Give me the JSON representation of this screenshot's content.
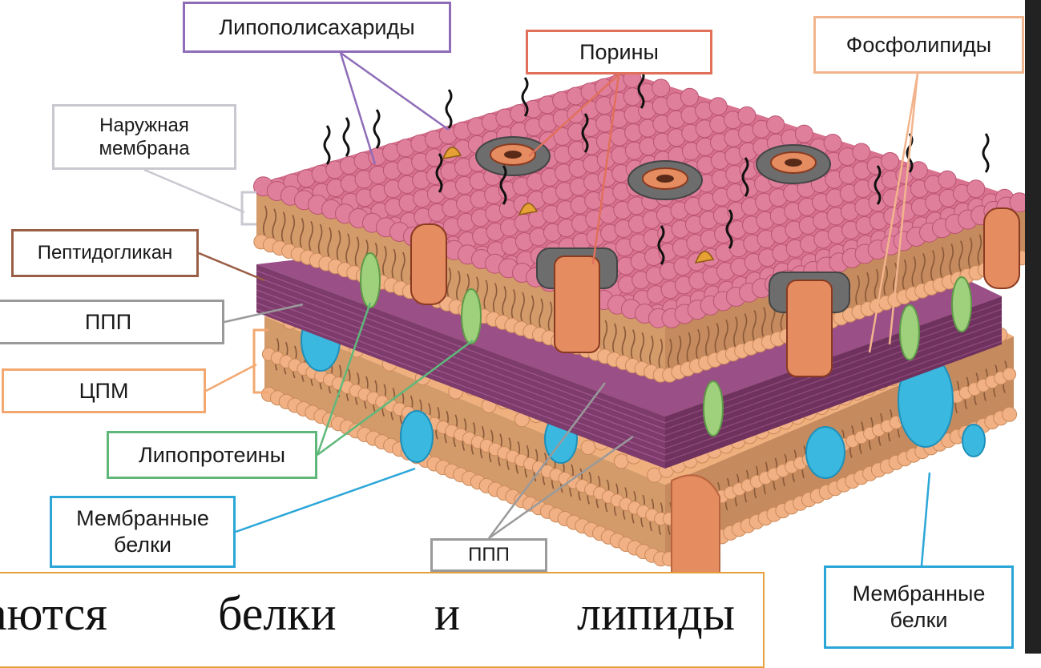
{
  "labels": {
    "lps": "Липополисахариды",
    "porins": "Порины",
    "phospholipids": "Фосфолипиды",
    "outer_membrane": "Наружная\nмембрана",
    "peptidoglycan": "Пептидогликан",
    "ppp_left": "ППП",
    "cpm": "ЦПМ",
    "lipoproteins": "Липопротеины",
    "membrane_proteins_left": "Мембранные\nбелки",
    "ppp_bottom": "ППП",
    "membrane_proteins_right": "Мембранные\nбелки"
  },
  "caption_words": [
    "аются",
    "белки",
    "и",
    "липиды"
  ],
  "colors": {
    "lps_border": "#8e6cb8",
    "porins_border": "#e0705a",
    "phospholipids_border": "#f2b48c",
    "outer_membrane_border": "#c8c8d0",
    "peptidoglycan_border": "#9a5e45",
    "ppp_border": "#9a9a9a",
    "cpm_border": "#f2a870",
    "lipoproteins_border": "#5fb87a",
    "membrane_proteins_border": "#2ba6d8",
    "caption_border": "#e5a23c",
    "head_pink": "#e07f9c",
    "head_orange": "#f2b184",
    "tail_brown": "#8a5a3a",
    "peptidoglycan_fill": "#9a4f86",
    "protein_blue": "#3ab8e0",
    "protein_green": "#9fd07c",
    "porin_grey": "#6d6d6d",
    "porin_orange": "#e58c60"
  }
}
